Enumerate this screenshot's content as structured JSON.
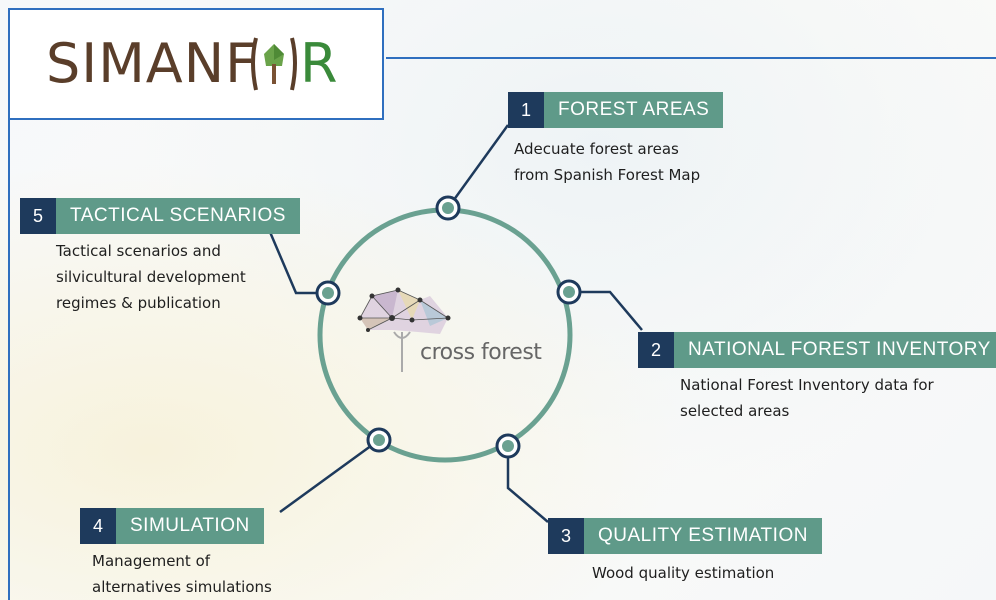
{
  "logo": {
    "text": "SIMANF",
    "suffix": "R",
    "tree_icon": "tree-icon"
  },
  "center": {
    "label": "cross forest",
    "icon": "network-cloud-icon"
  },
  "colors": {
    "navy": "#1e3a5c",
    "teal": "#5f9a89",
    "ring": "#6aa191",
    "frame": "#2f6fbf"
  },
  "steps": [
    {
      "num": "1",
      "title": "FOREST AREAS",
      "desc": "Adecuate forest areas\nfrom Spanish Forest Map"
    },
    {
      "num": "2",
      "title": "NATIONAL FOREST INVENTORY",
      "desc": "National Forest Inventory data for\nselected areas"
    },
    {
      "num": "3",
      "title": "QUALITY ESTIMATION",
      "desc": "Wood quality estimation"
    },
    {
      "num": "4",
      "title": "SIMULATION",
      "desc": "Management of\nalternatives simulations"
    },
    {
      "num": "5",
      "title": "TACTICAL SCENARIOS",
      "desc": "Tactical scenarios and\nsilvicultural development\nregimes & publication"
    }
  ]
}
